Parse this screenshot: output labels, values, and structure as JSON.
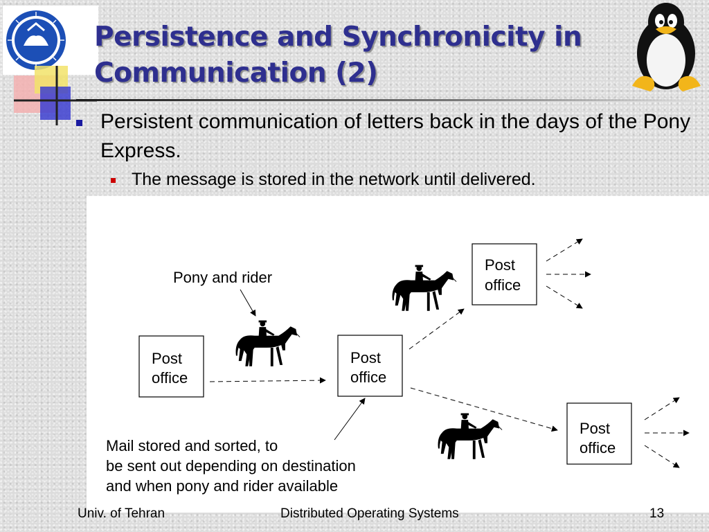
{
  "slide": {
    "title_line1": "Persistence and Synchronicity in",
    "title_line2": "Communication (2)",
    "bullet_main": "Persistent communication of letters back in the days of the Pony Express.",
    "bullet_sub": "The message is stored in the network until delivered."
  },
  "diagram": {
    "post_office_left": [
      "Post",
      "office"
    ],
    "post_office_middle": [
      "Post",
      "office"
    ],
    "post_office_top_right": [
      "Post",
      "office"
    ],
    "post_office_bottom_right": [
      "Post",
      "office"
    ],
    "pony_label": "Pony and rider",
    "mail_note": [
      "Mail stored and sorted, to",
      "be sent out depending on destination",
      "and when pony and rider available"
    ]
  },
  "footer": {
    "left": "Univ. of Tehran",
    "center": "Distributed Operating Systems",
    "right": "13"
  },
  "colors": {
    "title": "#2e2f8f",
    "bullet_main_marker": "#1a1aa0",
    "bullet_sub_marker": "#cc0000",
    "icons": [
      "university-logo-icon",
      "tux-penguin-icon",
      "horse-and-rider-icon"
    ]
  }
}
